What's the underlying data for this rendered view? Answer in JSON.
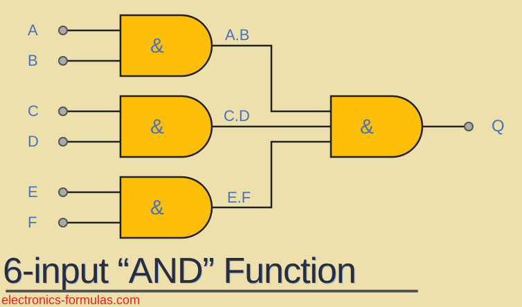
{
  "diagram": {
    "inputs": [
      {
        "label": "A"
      },
      {
        "label": "B"
      },
      {
        "label": "C"
      },
      {
        "label": "D"
      },
      {
        "label": "E"
      },
      {
        "label": "F"
      }
    ],
    "gates": [
      {
        "symbol": "&",
        "output_label": "A.B"
      },
      {
        "symbol": "&",
        "output_label": "C.D"
      },
      {
        "symbol": "&",
        "output_label": "E.F"
      },
      {
        "symbol": "&"
      }
    ],
    "output": {
      "label": "Q"
    },
    "colors": {
      "background": "#ede0ac",
      "gate_fill": "#fdbe0a",
      "wire": "#222222",
      "label": "#4a72b8",
      "terminal": "#aaaaaa"
    }
  },
  "title": "6-input “AND” Function",
  "watermark": "electronics-formulas.com"
}
